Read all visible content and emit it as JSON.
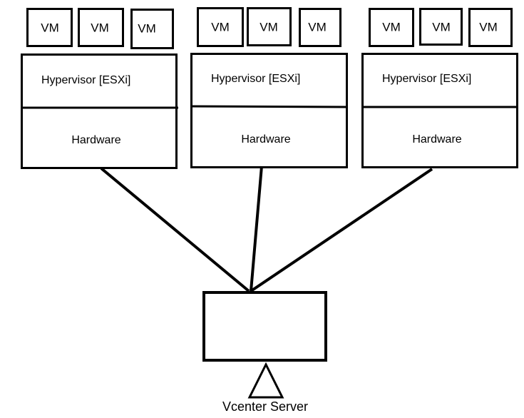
{
  "diagram": {
    "hosts": [
      {
        "vms": [
          "VM",
          "VM",
          "VM"
        ],
        "hypervisor": "Hypervisor [ESXi]",
        "hardware": "Hardware"
      },
      {
        "vms": [
          "VM",
          "VM",
          "VM"
        ],
        "hypervisor": "Hypervisor [ESXi]",
        "hardware": "Hardware"
      },
      {
        "vms": [
          "VM",
          "VM",
          "VM"
        ],
        "hypervisor": "Hypervisor [ESXi]",
        "hardware": "Hardware"
      }
    ],
    "server_label": "Vcenter Server",
    "stroke_color": "#000000",
    "background_color": "#ffffff"
  }
}
